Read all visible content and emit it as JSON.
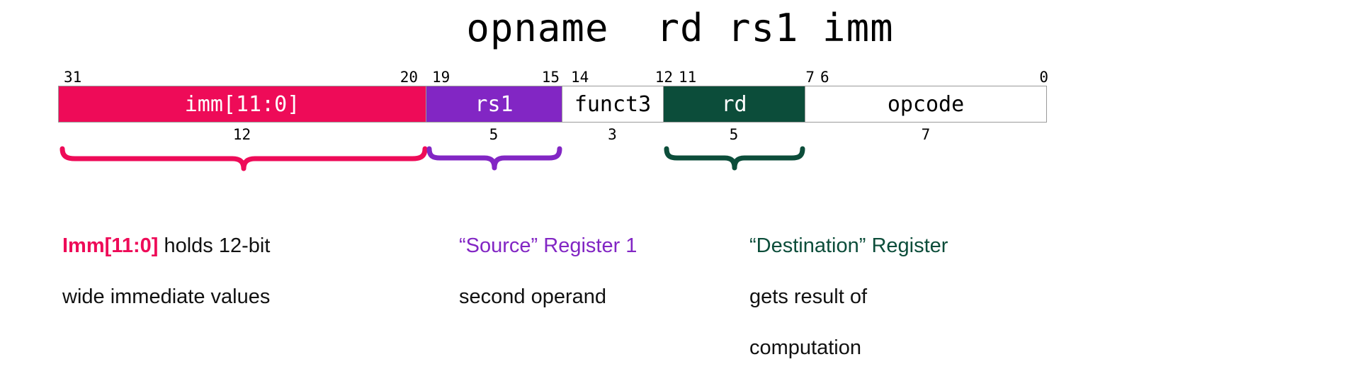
{
  "title": "opname  rd rs1 imm",
  "colors": {
    "imm": "#EE0B58",
    "rs1": "#8226C4",
    "rd": "#0C4D3A",
    "neutral": "#FFFFFF",
    "border": "#9A9A9A",
    "text_dark": "#111111",
    "field_text_light": "#FFFFFF",
    "field_text_dark": "#000000"
  },
  "chart_data": {
    "type": "table",
    "title": "RISC-V I-type instruction encoding",
    "fields": [
      {
        "name": "imm[11:0]",
        "hi_bit": "31",
        "lo_bit": "20",
        "width": "12",
        "color": "#EE0B58",
        "text_color": "#FFFFFF"
      },
      {
        "name": "rs1",
        "hi_bit": "19",
        "lo_bit": "15",
        "width": "5",
        "color": "#8226C4",
        "text_color": "#FFFFFF"
      },
      {
        "name": "funct3",
        "hi_bit": "14",
        "lo_bit": "12",
        "width": "3",
        "color": "#FFFFFF",
        "text_color": "#000000"
      },
      {
        "name": "rd",
        "hi_bit": "11",
        "lo_bit": "7",
        "width": "5",
        "color": "#0C4D3A",
        "text_color": "#FFFFFF"
      },
      {
        "name": "opcode",
        "hi_bit": "6",
        "lo_bit": "0",
        "width": "7",
        "color": "#FFFFFF",
        "text_color": "#000000"
      }
    ]
  },
  "bits": {
    "imm_hi": "31",
    "imm_lo": "20",
    "rs1_hi": "19",
    "rs1_lo": "15",
    "funct3_hi": "14",
    "funct3_lo": "12",
    "rd_hi": "11",
    "rd_lo": "7",
    "opcode_hi": "6",
    "opcode_lo": "0"
  },
  "field_labels": {
    "imm": "imm[11:0]",
    "rs1": "rs1",
    "funct3": "funct3",
    "rd": "rd",
    "opcode": "opcode"
  },
  "widths": {
    "imm": "12",
    "rs1": "5",
    "funct3": "3",
    "rd": "5",
    "opcode": "7"
  },
  "annotations": [
    {
      "id": "imm",
      "highlight": "Imm[11:0]",
      "rest": " holds 12-bit",
      "line2": "wide immediate values",
      "color": "#EE0B58"
    },
    {
      "id": "rs1",
      "highlight": "“Source” Register 1",
      "rest": "",
      "line2": "second operand",
      "color": "#8226C4"
    },
    {
      "id": "rd",
      "highlight": "“Destination” Register",
      "rest": "",
      "line2": "gets result of",
      "line3": "computation",
      "color": "#0C4D3A"
    }
  ]
}
